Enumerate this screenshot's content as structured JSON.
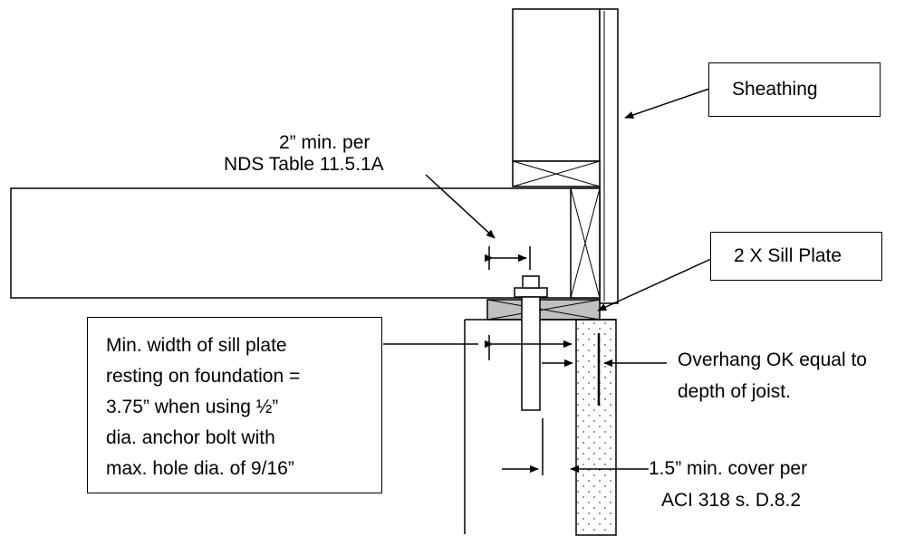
{
  "labels": {
    "sheathing": "Sheathing",
    "sill_plate": "2 X Sill Plate",
    "nds_line1": "2” min. per",
    "nds_line2": "NDS Table 11.5.1A",
    "min_width_lines": [
      "Min. width of sill plate",
      "resting on foundation =",
      "3.75” when using ½”",
      "dia. anchor bolt with",
      "max. hole dia. of 9/16”"
    ],
    "overhang_line1": "Overhang OK equal to",
    "overhang_line2": "depth of joist.",
    "cover_line1": "1.5” min. cover per",
    "cover_line2": "ACI 318 s. D.8.2"
  },
  "colors": {
    "sill_plate_fill": "#c0c0c0",
    "line": "#000000",
    "concrete_stipple": "#555555"
  }
}
